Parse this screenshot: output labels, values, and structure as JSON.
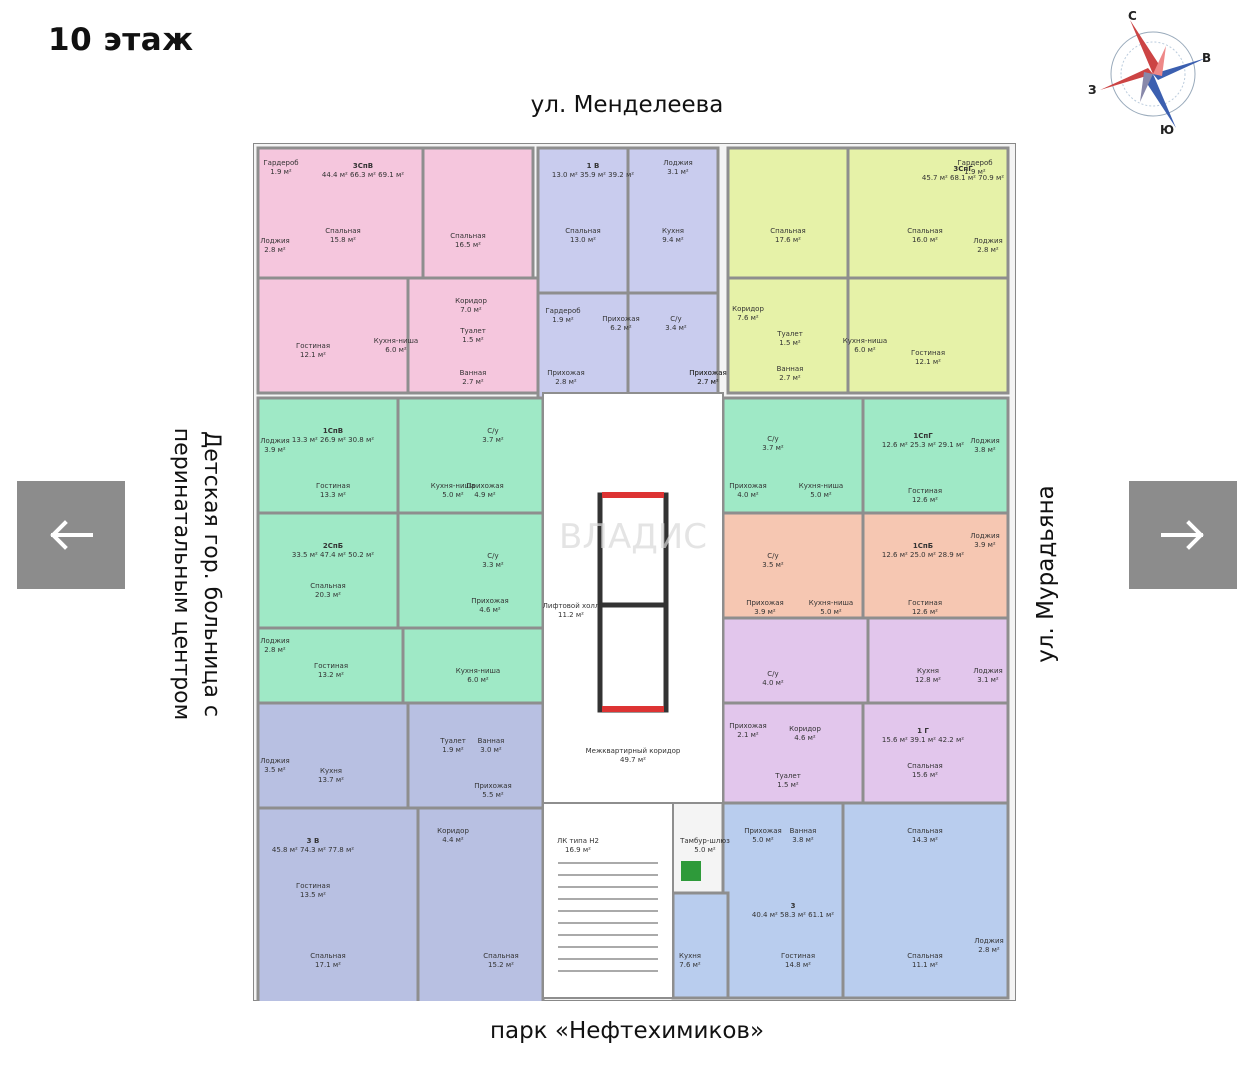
{
  "floor_title": "10 этаж",
  "streets": {
    "top": "ул. Менделеева",
    "bottom": "парк «Нефтехимиков»",
    "right": "ул. Мурадьяна",
    "left_line1": "Детская гор. больница с",
    "left_line2": "перинатальным центром"
  },
  "nav": {
    "prev_symbol": "←",
    "next_symbol": "→"
  },
  "compass": {
    "n": "С",
    "e": "В",
    "s": "Ю",
    "w": "З"
  },
  "watermark": "ВЛАДИС",
  "colors": {
    "pink": "#f5c6dd",
    "lavender": "#c9ccee",
    "lime": "#e6f2a8",
    "mint": "#9fe9c6",
    "peach": "#f6c7b2",
    "purple": "#e2c6ec",
    "slate": "#b8c0e2",
    "blue": "#b9cdee",
    "hall": "#ffffff",
    "wall": "#8e8e8e"
  },
  "apartments": [
    {
      "tag": "3СпВ",
      "areas": "44.4 м² 66.3 м² 69.1 м²"
    },
    {
      "tag": "1 В",
      "areas": "13.0 м² 35.9 м² 39.2 м²"
    },
    {
      "tag": "3СпГ",
      "areas": "45.7 м² 68.1 м² 70.9 м²"
    },
    {
      "tag": "1СпВ",
      "areas": "13.3 м² 26.9 м² 30.8 м²"
    },
    {
      "tag": "1СпГ",
      "areas": "12.6 м² 25.3 м² 29.1 м²"
    },
    {
      "tag": "2СпБ",
      "areas": "33.5 м² 47.4 м² 50.2 м²"
    },
    {
      "tag": "1СпБ",
      "areas": "12.6 м² 25.0 м² 28.9 м²"
    },
    {
      "tag": "1 Г",
      "areas": "15.6 м² 39.1 м² 42.2 м²"
    },
    {
      "tag": "3 В",
      "areas": "45.8 м² 74.3 м² 77.8 м²"
    },
    {
      "tag": "3",
      "areas": "40.4 м² 58.3 м² 61.1 м²"
    }
  ],
  "rooms": {
    "r1": "Гардероб 1.9 м²",
    "r2": "Спальная 15.8 м²",
    "r3": "Спальная 16.5 м²",
    "r4": "Лоджия 2.8 м²",
    "r5": "Гостиная 12.1 м²",
    "r6": "Коридор 7.0 м²",
    "r7": "Туалет 1.5 м²",
    "r8": "Ванная 2.7 м²",
    "r9": "Кухня-ниша 6.0 м²",
    "r10": "Лоджия 3.1 м²",
    "r11": "Спальная 13.0 м²",
    "r12": "Кухня 9.4 м²",
    "r13": "Гардероб 1.9 м²",
    "r14": "Прихожая 6.2 м²",
    "r15": "С/у 3.4 м²",
    "r16": "Прихожая 2.8 м²",
    "r17": "Прихожая 2.7 м²",
    "r18": "Спальная 17.6 м²",
    "r19": "Спальная 16.0 м²",
    "r20": "Гардероб 1.9 м²",
    "r21": "Лоджия 2.8 м²",
    "r22": "Коридор 7.6 м²",
    "r23": "Туалет 1.5 м²",
    "r24": "Ванная 2.7 м²",
    "r25": "Кухня-ниша 6.0 м²",
    "r26": "Гостиная 12.1 м²",
    "r27": "Прихожая 2.7 м²",
    "r28": "Лоджия 3.9 м²",
    "r29": "Гостиная 13.3 м²",
    "r30": "С/у 3.7 м²",
    "r31": "Кухня-ниша 5.0 м²",
    "r32": "Прихожая 4.9 м²",
    "r33": "С/у 3.7 м²",
    "r34": "Прихожая 4.0 м²",
    "r35": "Кухня-ниша 5.0 м²",
    "r36": "Гостиная 12.6 м²",
    "r37": "Лоджия 3.8 м²",
    "r38": "Спальная 20.3 м²",
    "r39": "С/у 3.3 м²",
    "r40": "Прихожая 4.6 м²",
    "r41": "С/у 3.5 м²",
    "r42": "Прихожая 3.9 м²",
    "r43": "Кухня-ниша 5.0 м²",
    "r44": "Гостиная 12.6 м²",
    "r45": "Лоджия 3.9 м²",
    "r46": "Лоджия 2.8 м²",
    "r47": "Гостиная 13.2 м²",
    "r48": "Кухня-ниша 6.0 м²",
    "r49": "С/у 4.0 м²",
    "r50": "Кухня 12.8 м²",
    "r51": "Лоджия 3.1 м²",
    "r52": "Лифтовой холл 11.2 м²",
    "r53": "Межквартирный коридор 49.7 м²",
    "r54": "Прихожая 2.1 м²",
    "r55": "Коридор 4.6 м²",
    "r56": "Туалет 1.5 м²",
    "r57": "Спальная 15.6 м²",
    "r58": "Лоджия 3.5 м²",
    "r59": "Кухня 13.7 м²",
    "r60": "Туалет 1.9 м²",
    "r61": "Ванная 3.0 м²",
    "r62": "Прихожая 5.5 м²",
    "r63": "Коридор 4.4 м²",
    "r64": "Гостиная 13.5 м²",
    "r65": "ЛК типа Н2 16.9 м²",
    "r66": "Тамбур-шлюз 5.0 м²",
    "r67": "Прихожая 5.0 м²",
    "r68": "Ванная 3.8 м²",
    "r69": "Спальная 14.3 м²",
    "r70": "Спальная 17.1 м²",
    "r71": "Спальная 15.2 м²",
    "r72": "Кухня 7.6 м²",
    "r73": "Гостиная 14.8 м²",
    "r74": "Спальная 11.1 м²",
    "r75": "Лоджия 2.8 м²"
  }
}
